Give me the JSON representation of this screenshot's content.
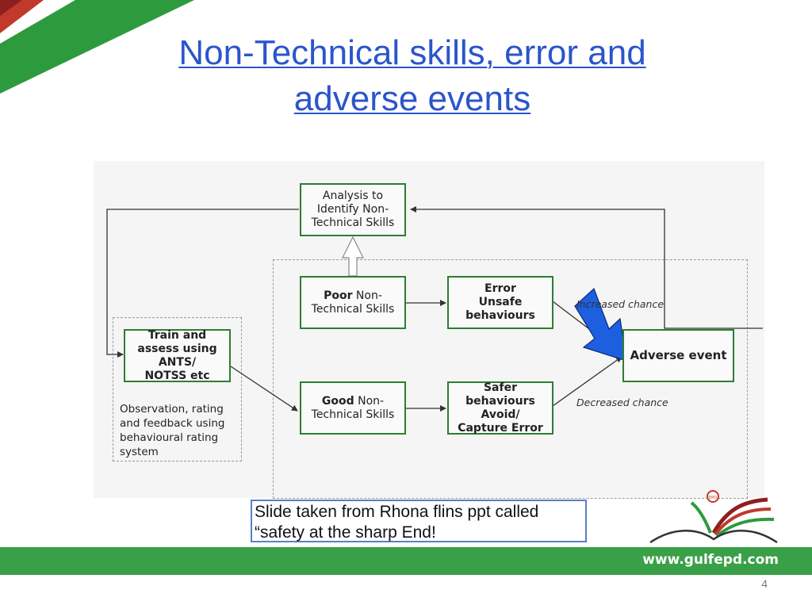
{
  "slide": {
    "title_line1": "Non-Technical skills, error and",
    "title_line2": "adverse events",
    "caption_line1": "Slide taken from Rhona flins ppt called",
    "caption_line2": "“safety at the sharp End!",
    "footer_url": "www.gulfepd.com",
    "page_number": "4",
    "logo_badge": "EPD"
  },
  "diagram": {
    "analysis": [
      "Analysis to",
      "Identify Non-",
      "Technical Skills"
    ],
    "poor": {
      "bold": "Poor",
      "rest1": " Non-",
      "line2": "Technical Skills"
    },
    "good": {
      "bold": "Good",
      "rest1": " Non-",
      "line2": "Technical Skills"
    },
    "error": [
      "Error",
      "Unsafe",
      "behaviours"
    ],
    "safer": [
      "Safer",
      "behaviours",
      "Avoid/",
      "Capture Error"
    ],
    "train": [
      "Train and",
      "assess using",
      "ANTS/",
      "NOTSS etc"
    ],
    "adverse": "Adverse event",
    "observation": [
      "Observation, rating",
      "and feedback using",
      "behavioural rating",
      "system"
    ],
    "increased": "Increased chance",
    "decreased": "Decreased chance"
  },
  "colors": {
    "title": "#2b55cc",
    "box_border": "#2e7d32",
    "footer_bar": "#3aa047",
    "blue_arrow": "#1e5fe0",
    "corner_red": "#c0392b",
    "corner_green": "#2e9a3e"
  }
}
